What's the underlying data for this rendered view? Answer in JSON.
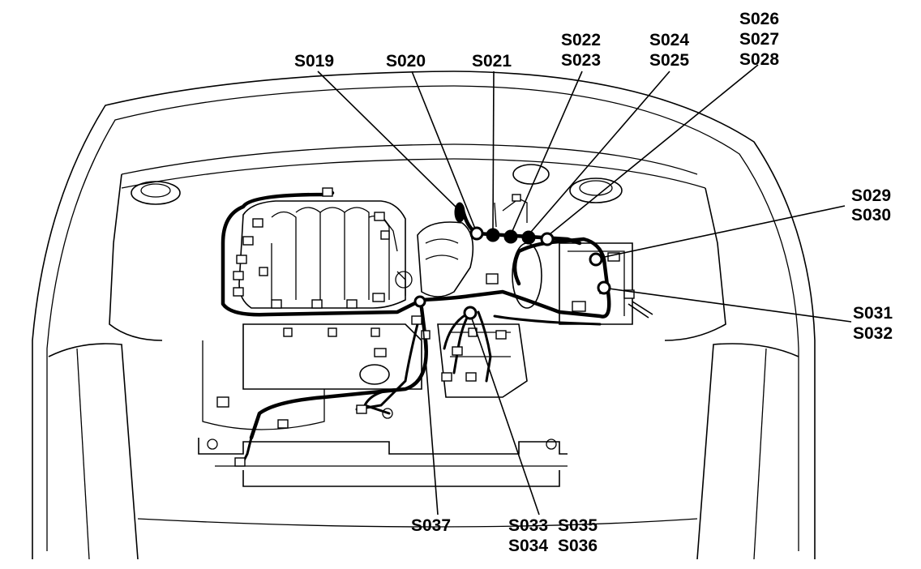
{
  "labels": {
    "s019": "S019",
    "s020": "S020",
    "s021": "S021",
    "s022": "S022",
    "s023": "S023",
    "s024": "S024",
    "s025": "S025",
    "s026": "S026",
    "s027": "S027",
    "s028": "S028",
    "s029": "S029",
    "s030": "S030",
    "s031": "S031",
    "s032": "S032",
    "s033": "S033",
    "s034": "S034",
    "s035": "S035",
    "s036": "S036",
    "s037": "S037"
  }
}
